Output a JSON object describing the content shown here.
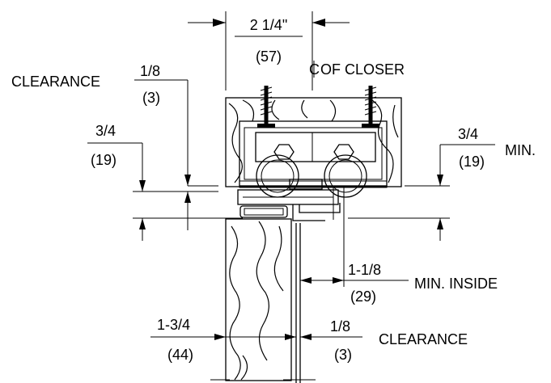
{
  "dimensions": {
    "top_width": "2 1/4\"",
    "top_width_mm": "(57)",
    "centerline_symbol": "C",
    "centerline_label": "OF CLOSER",
    "clearance_top": "CLEARANCE",
    "clearance_top_frac": "1/8",
    "clearance_top_mm": "(3)",
    "left_depth": "3/4",
    "left_depth_mm": "(19)",
    "right_depth": "3/4",
    "right_depth_mm": "(19)",
    "right_min": "MIN.",
    "inside": "1-1/8",
    "inside_mm": "(29)",
    "inside_label": "MIN. INSIDE",
    "door_thick": "1-3/4",
    "door_thick_mm": "(44)",
    "clearance_bottom_frac": "1/8",
    "clearance_bottom_mm": "(3)",
    "clearance_bottom": "CLEARANCE"
  }
}
